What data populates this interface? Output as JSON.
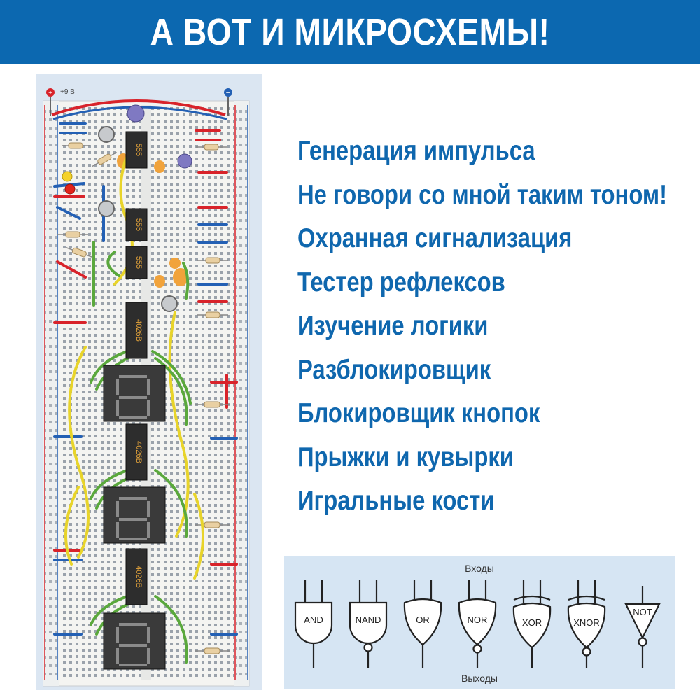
{
  "header": {
    "title": "А ВОТ И МИКРОСХЕМЫ!"
  },
  "breadboard": {
    "plus_label": "+9 В",
    "chips": [
      "555",
      "555",
      "555",
      "4026B",
      "4026B",
      "4026B"
    ]
  },
  "projects": [
    "Генерация импульса",
    "Не говори со мной таким тоном!",
    "Охранная сигнализация",
    "Тестер рефлексов",
    "Изучение логики",
    "Разблокировщик",
    "Блокировщик кнопок",
    "Прыжки и кувырки",
    "Игральные кости"
  ],
  "logic_gates": {
    "inputs_label": "Входы",
    "outputs_label": "Выходы",
    "gates": [
      "AND",
      "NAND",
      "OR",
      "NOR",
      "XOR",
      "XNOR",
      "NOT"
    ]
  },
  "colors": {
    "banner": "#0c68b0",
    "project_text": "#0f67ae",
    "wire_red": "#d8232a",
    "wire_blue": "#2360b4",
    "wire_green": "#5aa83c",
    "wire_yellow": "#e8d42a"
  }
}
